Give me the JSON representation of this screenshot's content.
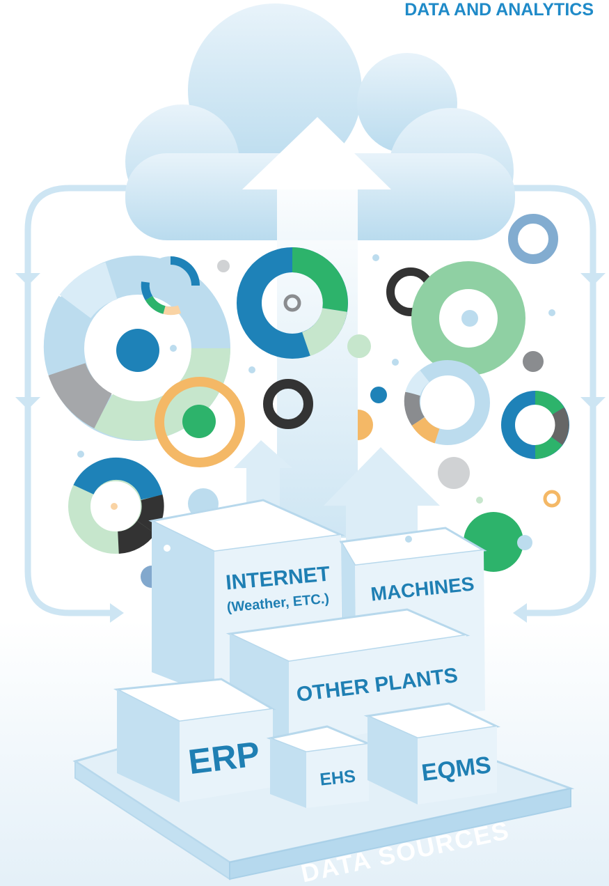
{
  "header": {
    "title": "DATA AND ANALYTICS"
  },
  "blocks": {
    "internet_line1": "INTERNET",
    "internet_line2": "(Weather, ETC.)",
    "machines": "MACHINES",
    "other_plants": "OTHER PLANTS",
    "erp": "ERP",
    "ehs": "EHS",
    "eqms": "EQMS",
    "platform": "DATA SOURCES"
  },
  "colors": {
    "title": "#1f8ac8",
    "label": "#1f7fb3",
    "light_blue": "#bcdcee",
    "blue": "#1e82b8",
    "green": "#2db36b",
    "light_green": "#c6e6cc",
    "orange": "#f4b866",
    "dark": "#333333",
    "gray": "#a5a7aa"
  }
}
